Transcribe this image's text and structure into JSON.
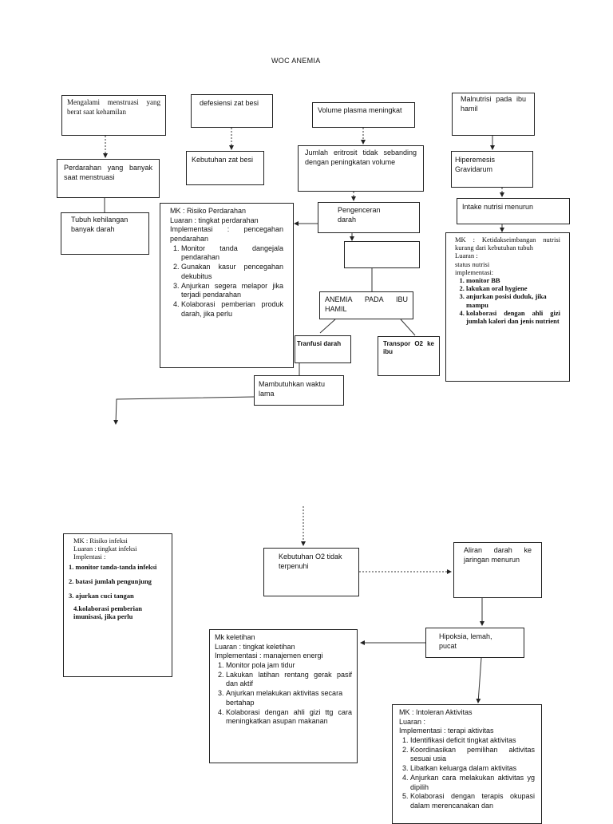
{
  "title": "WOC ANEMIA",
  "nodes": {
    "menstruasi": "Mengalami menstruasi yang berat saat kehamilan",
    "defesiensi": "defesiensi zat besi",
    "volume": "Volume plasma meningkat",
    "malnutrisi": "Malnutrisi pada ibu hamil",
    "kebutuhan_besi": "Kebutuhan zat besi",
    "eritrosit": "Jumlah eritrosit tidak sebanding dengan peningkatan volume",
    "hiperemesis": "Hiperemesis Gravidarum",
    "perdarahan": "Perdarahan yang banyak saat menstruasi",
    "intake": "Intake nutrisi menurun",
    "pengenceran": "Pengenceran darah",
    "tubuh": "Tubuh kehilangan banyak darah",
    "empty": "",
    "anemia": "ANEMIA PADA IBU HAMIL",
    "tranfusi": "Tranfusi darah",
    "transpor": "Transpor O2 ke ibu",
    "waktu": "Mambutuhkan waktu lama",
    "kebutuhan_o2": "Kebutuhan O2 tidak terpenuhi",
    "aliran": "Aliran darah ke jaringan menurun",
    "hipoksia": "Hipoksia, lemah, pucat"
  },
  "mk_perdarahan": {
    "title": "MK : Risiko Perdarahan",
    "luaran": "Luaran : tingkat perdarahan",
    "impl": "Implementasi : pencegahan pendarahan",
    "items": [
      "Monitor tanda dangejala pendarahan",
      "Gunakan kasur pencegahan dekubitus",
      "Anjurkan segera melapor jika terjadi pendarahan",
      "Kolaborasi pemberian produk darah, jika perlu"
    ]
  },
  "mk_nutrisi": {
    "title": "MK : Ketidakseimbangan nutrisi kurang dari kebutuhan tubuh",
    "luaran_label": "Luaran :",
    "luaran": "status nutrisi",
    "impl": "implementasi:",
    "items": [
      "monitor BB",
      "lakukan oral hygiene",
      "anjurkan posisi duduk, jika mampu",
      "kolaborasi dengan ahli gizi jumlah kalori dan jenis nutrient"
    ]
  },
  "mk_infeksi": {
    "title": "MK : Risiko infeksi",
    "luaran": "Luaran : tingkat infeksi",
    "impl": "Implentasi :",
    "items": [
      "1. monitor tanda-tanda infeksi",
      "2. batasi jumlah pengunjung",
      "3. ajurkan cuci tangan",
      "4.kolaborasi pemberian imunisasi, jika perlu"
    ]
  },
  "mk_keletihan": {
    "title": "Mk keletihan",
    "luaran": "Luaran : tingkat keletihan",
    "impl": "Implementasi : manajemen energi",
    "items": [
      "Monitor pola jam tidur",
      "Lakukan latihan rentang gerak pasif dan aktif",
      "Anjurkan melakukan aktivitas secara bertahap",
      "Kolaborasi dengan ahli gizi ttg cara meningkatkan asupan makanan"
    ]
  },
  "mk_intoleran": {
    "title": "MK : Intoleran Aktivitas",
    "luaran": "Luaran :",
    "impl": "Implementasi : terapi aktivitas",
    "items": [
      "Identifikasi deficit tingkat aktivitas",
      "Koordinasikan pemilihan aktivitas sesuai usia",
      "Libatkan keluarga dalam aktivitas",
      "Anjurkan cara melakukan aktivitas yg dipilih",
      "Kolaborasi dengan terapis okupasi dalam merencanakan dan"
    ]
  }
}
